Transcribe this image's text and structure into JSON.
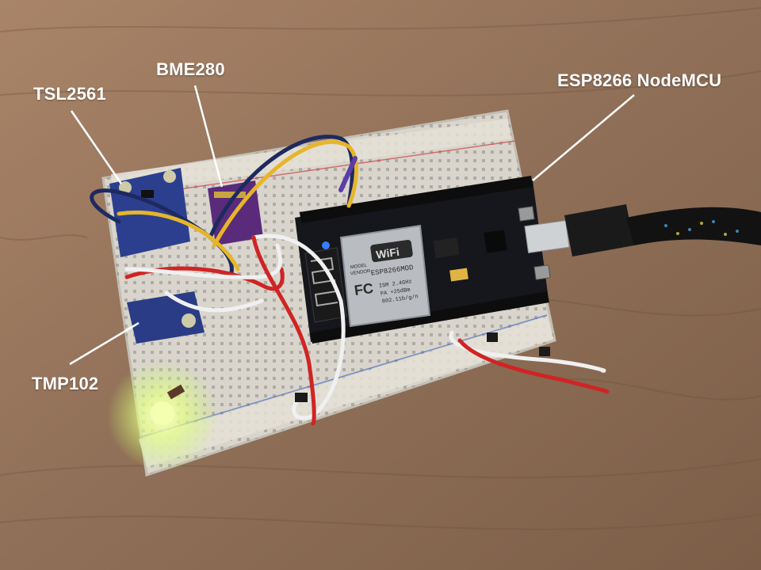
{
  "labels": {
    "tsl": "TSL2561",
    "bme": "BME280",
    "esp": "ESP8266 NodeMCU",
    "tmp": "TMP102"
  },
  "board_markings": {
    "wifi_logo": "WiFi",
    "module_name": "ESP8266MOD",
    "model_line": "MODEL",
    "vendor_line": "VENDOR",
    "fc_mark": "FC",
    "spec_1": "ISM 2.4GHz",
    "spec_2": "PA +25dBm",
    "spec_3": "802.11b/g/n"
  },
  "colors": {
    "annotation": "#ffffff",
    "wood": "#9c7a60",
    "board": "#15171c",
    "breadboard": "#d9d5cc",
    "led": "#f4ffb0",
    "wire_red": "#d02424",
    "wire_white": "#f0f0f0",
    "wire_yellow": "#e6b52a",
    "wire_navy": "#1e2a5e",
    "wire_purple": "#5b3ea6"
  }
}
